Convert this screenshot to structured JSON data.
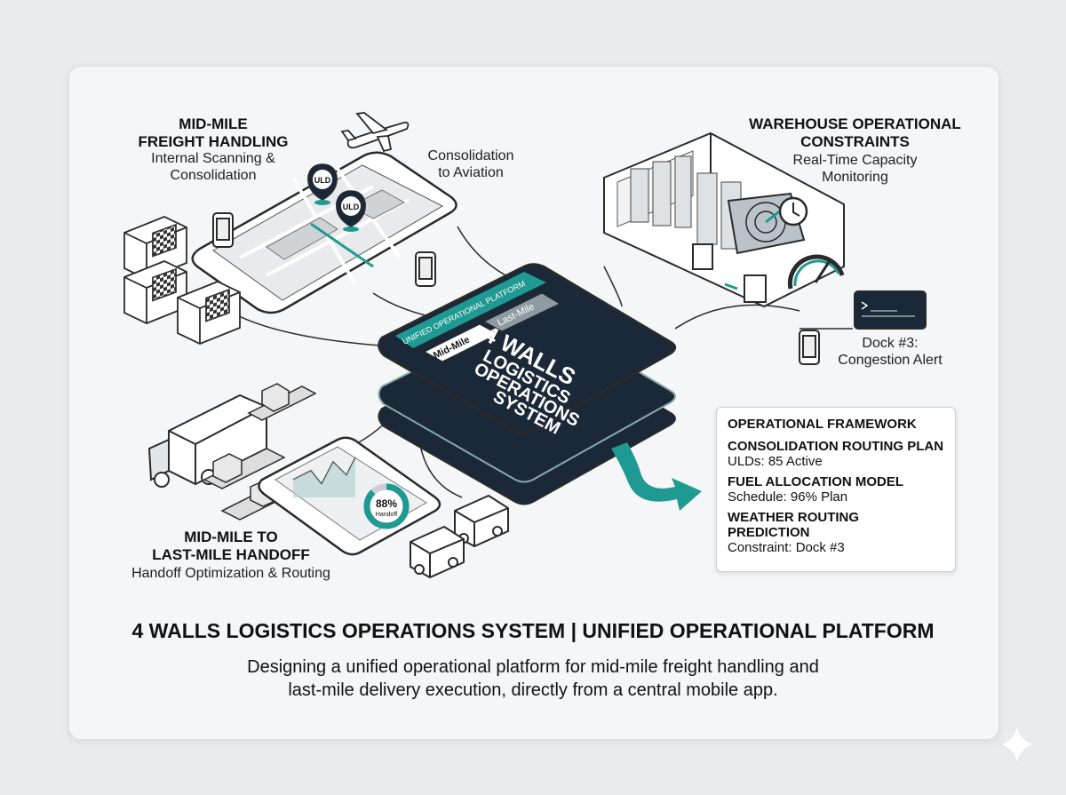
{
  "labels": {
    "midmile": {
      "title_line1": "MID-MILE",
      "title_line2": "FREIGHT HANDLING",
      "sub_line1": "Internal Scanning &",
      "sub_line2": "Consolidation"
    },
    "aviation": {
      "line1": "Consolidation",
      "line2": "to Aviation"
    },
    "warehouse": {
      "title_line1": "WAREHOUSE OPERATIONAL",
      "title_line2": "CONSTRAINTS",
      "sub_line1": "Real-Time Capacity",
      "sub_line2": "Monitoring"
    },
    "dock": {
      "line1": "Dock #3:",
      "line2": "Congestion Alert"
    },
    "handoff": {
      "title_line1": "MID-MILE TO",
      "title_line2": "LAST-MILE HANDOFF",
      "sub": "Handoff Optimization & Routing"
    }
  },
  "central": {
    "platform_label": "UNIFIED OPERATIONAL PLATFORM",
    "tab_mid": "Mid-Mile",
    "tab_last": "Last-Mile",
    "title_line1": "4 WALLS",
    "title_line2": "LOGISTICS",
    "title_line3": "OPERATIONS",
    "title_line4": "SYSTEM"
  },
  "markers": {
    "uld1": "ULD",
    "uld2": "ULD"
  },
  "gauge": {
    "value_text": "88%",
    "caption": "Handoff",
    "percent": 88
  },
  "framework": {
    "title": "OPERATIONAL FRAMEWORK",
    "items": [
      {
        "heading": "CONSOLIDATION ROUTING PLAN",
        "value": "ULDs: 85 Active"
      },
      {
        "heading": "FUEL ALLOCATION MODEL",
        "value": "Schedule: 96% Plan"
      },
      {
        "heading": "WEATHER ROUTING PREDICTION",
        "value": "Constraint: Dock #3"
      }
    ]
  },
  "footer": {
    "title": "4 WALLS LOGISTICS OPERATIONS SYSTEM | UNIFIED OPERATIONAL PLATFORM",
    "sub_line1": "Designing a unified operational platform for mid-mile freight handling and",
    "sub_line2": "last-mile delivery execution, directly from a central mobile app."
  },
  "colors": {
    "teal": "#1f9a92",
    "navy": "#1b2838",
    "outline": "#2a2a2a"
  }
}
